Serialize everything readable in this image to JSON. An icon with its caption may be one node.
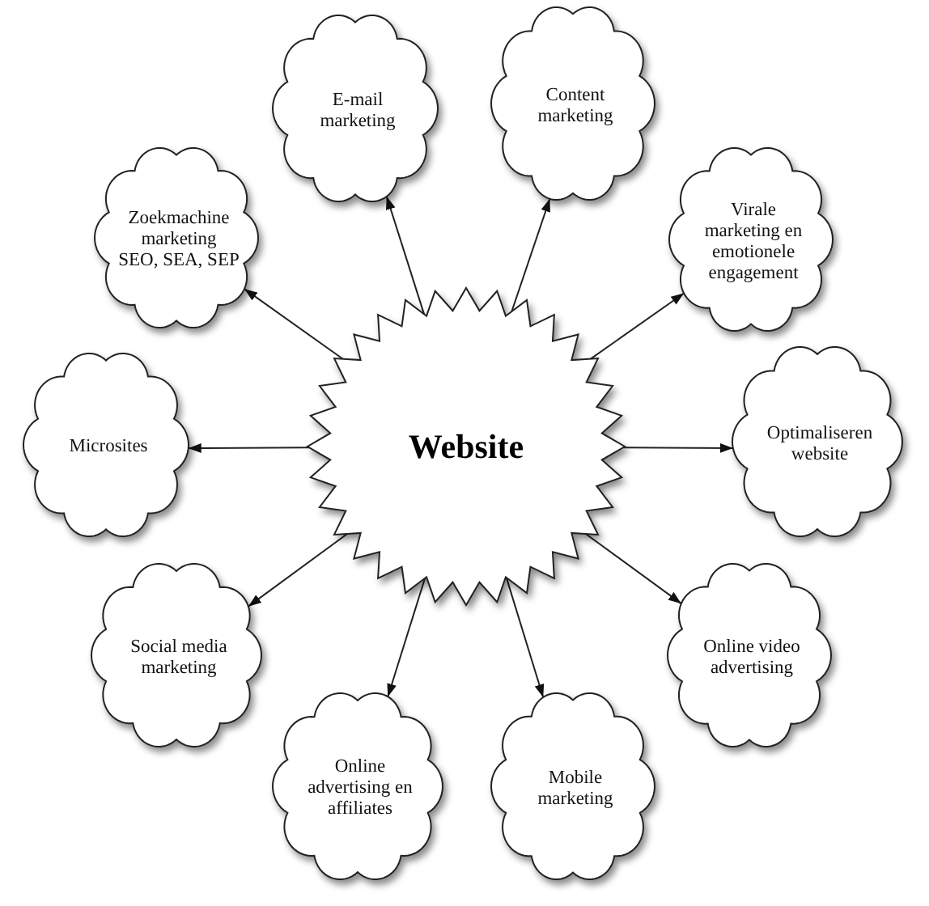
{
  "diagram": {
    "nodes": [
      {
        "text": [
          "E-mail marketing"
        ]
      },
      {
        "text": [
          "Content marketing"
        ]
      },
      {
        "text": [
          "Zoekmachine marketing",
          "SEO, SEA, SEP"
        ]
      },
      {
        "text": [
          "Virale marketing en emotionele engagement"
        ]
      },
      {
        "text": [
          "Microsites"
        ]
      },
      {
        "text": [
          "Website"
        ]
      },
      {
        "text": [
          "Optimaliseren website"
        ]
      },
      {
        "text": [
          "Social media marketing"
        ]
      },
      {
        "text": [
          "Online video advertising"
        ]
      },
      {
        "text": [
          "Online advertising en affiliates"
        ]
      },
      {
        "text": [
          "Mobile marketing"
        ]
      }
    ],
    "edges": [
      {
        "from": 5,
        "to": 0,
        "arrow": "to"
      },
      {
        "from": 5,
        "to": 1,
        "arrow": "to"
      },
      {
        "from": 5,
        "to": 2,
        "arrow": "to"
      },
      {
        "from": 5,
        "to": 3,
        "arrow": "to"
      },
      {
        "from": 5,
        "to": 4,
        "arrow": "to"
      },
      {
        "from": 5,
        "to": 6,
        "arrow": "to"
      },
      {
        "from": 5,
        "to": 7,
        "arrow": "to"
      },
      {
        "from": 5,
        "to": 8,
        "arrow": "to"
      },
      {
        "from": 5,
        "to": 9,
        "arrow": "to"
      },
      {
        "from": 5,
        "to": 10,
        "arrow": "to"
      }
    ]
  }
}
